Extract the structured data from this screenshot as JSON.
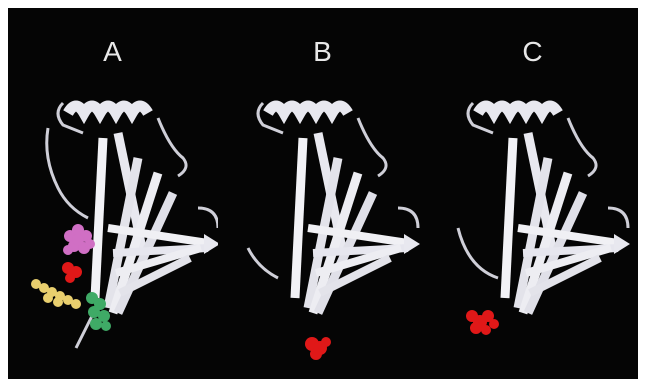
{
  "panels": [
    {
      "label": "A",
      "highlight_colors": [
        "#d06fc4",
        "#e01818",
        "#e9cf6e",
        "#3faa66"
      ]
    },
    {
      "label": "B",
      "highlight_colors": [
        "#e01818"
      ]
    },
    {
      "label": "C",
      "highlight_colors": [
        "#e01818"
      ]
    }
  ],
  "colors": {
    "background": "#050505",
    "ribbon": "#e8e8ef",
    "ribbon_shadow": "#9a9aa6"
  }
}
